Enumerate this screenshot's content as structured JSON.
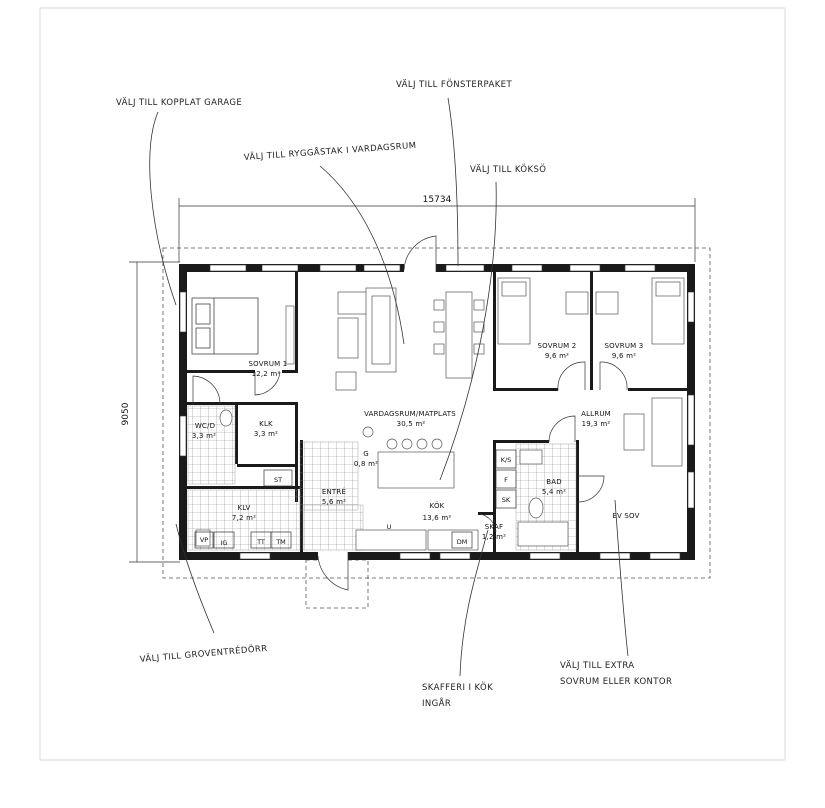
{
  "dimensions": {
    "width": "15734",
    "height": "9050"
  },
  "rooms": {
    "sovrum1": {
      "name": "SOVRUM 1",
      "area": "12,2 m²"
    },
    "vardagsrum": {
      "name": "VARDAGSRUM/MATPLATS",
      "area": "30,5 m²"
    },
    "sovrum2": {
      "name": "SOVRUM 2",
      "area": "9,6 m²"
    },
    "sovrum3": {
      "name": "SOVRUM 3",
      "area": "9,6 m²"
    },
    "wcd": {
      "name": "WC/D",
      "area": "3,3 m²"
    },
    "klk": {
      "name": "KLK",
      "area": "3,3 m²"
    },
    "allrum": {
      "name": "ALLRUM",
      "area": "19,3 m²"
    },
    "g": {
      "name": "G",
      "area": "0,8 m²"
    },
    "klv": {
      "name": "KLV",
      "area": "7,2 m²"
    },
    "entre": {
      "name": "ENTRÉ",
      "area": "5,6 m²"
    },
    "kok": {
      "name": "KÖK",
      "area": "13,6 m²"
    },
    "bad": {
      "name": "BAD",
      "area": "5,4 m²"
    },
    "skaf": {
      "name": "SKAF",
      "area": "1,2 m²"
    },
    "evsov": {
      "name": "EV SOV",
      "area": ""
    }
  },
  "fixtures": {
    "st": "ST",
    "vp": "VP",
    "ig": "IG",
    "tt": "TT",
    "tm": "TM",
    "ks": "K/S",
    "f": "F",
    "sk": "SK",
    "u": "U",
    "dm": "DM"
  },
  "annotations": {
    "garage": "VÄLJ TILL KOPPLAT GARAGE",
    "fonster": "VÄLJ TILL FÖNSTERPAKET",
    "ryggas": "VÄLJ TILL RYGGÅSTAK I VARDAGSRUM",
    "kokso": "VÄLJ TILL KÖKSÖ",
    "groventre": "VÄLJ TILL GROVENTRÉDÖRR",
    "skafferi_1": "SKAFFERI I KÖK",
    "skafferi_2": "INGÅR",
    "extra_1": "VÄLJ TILL EXTRA",
    "extra_2": "SOVRUM ELLER KONTOR"
  },
  "colors": {
    "wall": "#1a1a1a",
    "line": "#333333",
    "dash": "#555555",
    "tile": "#8a8a8a",
    "frame": "#d8d8d8"
  }
}
